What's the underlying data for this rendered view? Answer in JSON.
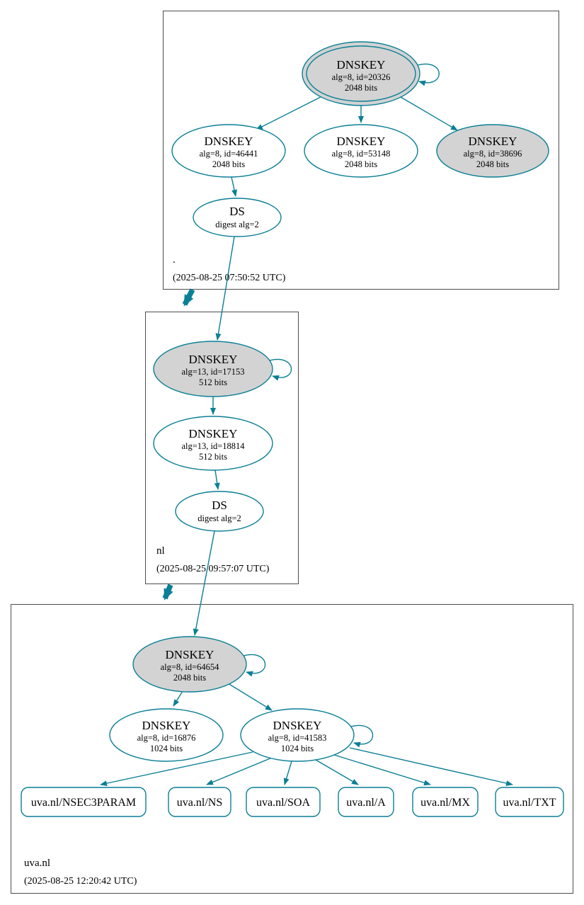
{
  "colors": {
    "edge": "#0a7f95",
    "ksk-fill": "#d3d3d3",
    "node-fill": "#ffffff",
    "box-border": "#4d4d4d",
    "text": "#000000"
  },
  "zones": {
    "root": {
      "label": ".",
      "timestamp": "(2025-08-25 07:50:52 UTC)",
      "nodes": {
        "ksk": {
          "title": "DNSKEY",
          "alg": "alg=8, id=20326",
          "bits": "2048 bits"
        },
        "zsk1": {
          "title": "DNSKEY",
          "alg": "alg=8, id=46441",
          "bits": "2048 bits"
        },
        "zsk2": {
          "title": "DNSKEY",
          "alg": "alg=8, id=53148",
          "bits": "2048 bits"
        },
        "ksk2": {
          "title": "DNSKEY",
          "alg": "alg=8, id=38696",
          "bits": "2048 bits"
        },
        "ds": {
          "title": "DS",
          "digest": "digest alg=2"
        }
      }
    },
    "nl": {
      "label": "nl",
      "timestamp": "(2025-08-25 09:57:07 UTC)",
      "nodes": {
        "ksk": {
          "title": "DNSKEY",
          "alg": "alg=13, id=17153",
          "bits": "512 bits"
        },
        "zsk": {
          "title": "DNSKEY",
          "alg": "alg=13, id=18814",
          "bits": "512 bits"
        },
        "ds": {
          "title": "DS",
          "digest": "digest alg=2"
        }
      }
    },
    "uva": {
      "label": "uva.nl",
      "timestamp": "(2025-08-25 12:20:42 UTC)",
      "nodes": {
        "ksk": {
          "title": "DNSKEY",
          "alg": "alg=8, id=64654",
          "bits": "2048 bits"
        },
        "zsk1": {
          "title": "DNSKEY",
          "alg": "alg=8, id=16876",
          "bits": "1024 bits"
        },
        "zsk2": {
          "title": "DNSKEY",
          "alg": "alg=8, id=41583",
          "bits": "1024 bits"
        }
      },
      "rrsets": [
        {
          "label": "uva.nl/NSEC3PARAM"
        },
        {
          "label": "uva.nl/NS"
        },
        {
          "label": "uva.nl/SOA"
        },
        {
          "label": "uva.nl/A"
        },
        {
          "label": "uva.nl/MX"
        },
        {
          "label": "uva.nl/TXT"
        }
      ]
    }
  }
}
